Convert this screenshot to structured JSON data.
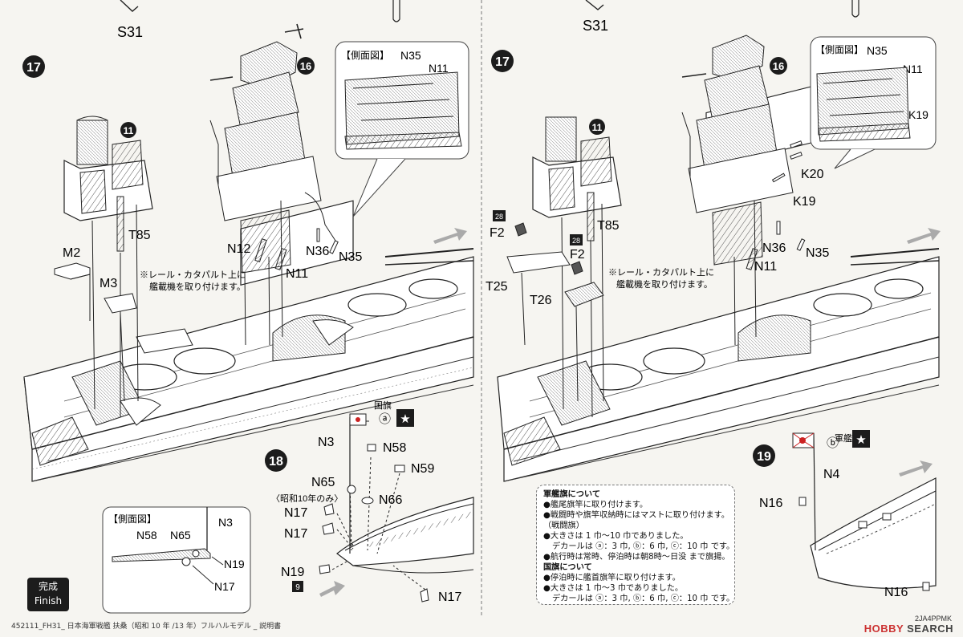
{
  "left": {
    "top_part": "S31",
    "step17": "17",
    "step16": "16",
    "step11": "11",
    "step18": "18",
    "side_view_title": "【側面図】",
    "inset_labels": {
      "n35": "N35",
      "n11": "N11"
    },
    "parts": {
      "t85": "T85",
      "m2": "M2",
      "m3": "M3",
      "n12": "N12",
      "n36": "N36",
      "n35": "N35",
      "n11": "N11",
      "n3": "N3",
      "n58": "N58",
      "n59": "N59",
      "n65": "N65",
      "n66": "N66",
      "n17a": "N17",
      "n17b": "N17",
      "n19": "N19",
      "n17c": "N17"
    },
    "catapult_note": [
      "※レール・カタパルト上に",
      "艦載機を取り付けます。"
    ],
    "flag_label": "国旗",
    "flag_decal": "ⓐ",
    "showa_note": "〈昭和10年のみ〉",
    "deck_badge": "9",
    "side_view2_title": "【側面図】",
    "side_view2_labels": {
      "n3": "N3",
      "n58": "N58",
      "n65": "N65",
      "n19": "N19",
      "n17": "N17"
    }
  },
  "right": {
    "top_part": "S31",
    "step17": "17",
    "step16": "16",
    "step11": "11",
    "step19": "19",
    "side_view_title": "【側面図】",
    "inset_labels": {
      "n35": "N35",
      "n11": "N11",
      "k19": "K19"
    },
    "parts": {
      "f2a": "F2",
      "f2b": "F2",
      "t25": "T25",
      "t26": "T26",
      "t85": "T85",
      "k20": "K20",
      "k19": "K19",
      "n36": "N36",
      "n35": "N35",
      "n11": "N11",
      "n4": "N4",
      "n16a": "N16",
      "n16b": "N16"
    },
    "badge28a": "28",
    "badge28b": "28",
    "catapult_note": [
      "※レール・カタパルト上に",
      "艦載機を取り付けます。"
    ],
    "flag_label": "軍艦旗",
    "flag_decal": "ⓑ"
  },
  "notes": {
    "h1": "軍艦旗について",
    "l1": "●艦尾旗竿に取り付けます。",
    "l2": "●戦闘時や旗竿収納時にはマストに取り付けます。",
    "l3": "（戦闘旗）",
    "l4": "●大きさは 1 巾〜10 巾でありました。",
    "l5": "デカールは ⓐ：3 巾, ⓑ：6 巾, ⓒ：10 巾 です。",
    "l6": "●航行時は常時、停泊時は朝8時〜日没 まで旗揚。",
    "h2": "国旗について",
    "l7": "●停泊時に艦首旗竿に取り付けます。",
    "l8": "●大きさは 1 巾〜3 巾でありました。",
    "l9": "デカールは ⓐ：3 巾, ⓑ：6 巾, ⓒ：10 巾 です。"
  },
  "finish": {
    "jp": "完成",
    "en": "Finish"
  },
  "footer": {
    "doc": "452111_FH31_ 日本海軍戦艦 扶桑（昭和 10 年 /13 年）フルハルモデル _ 説明書",
    "code": "2JA4PPMK",
    "brand_a": "HOBBY",
    "brand_b": " SEARCH"
  },
  "colors": {
    "ink": "#111111",
    "paper": "#f6f5f1",
    "badge": "#1c1c1c",
    "brand": "#cc3333"
  }
}
